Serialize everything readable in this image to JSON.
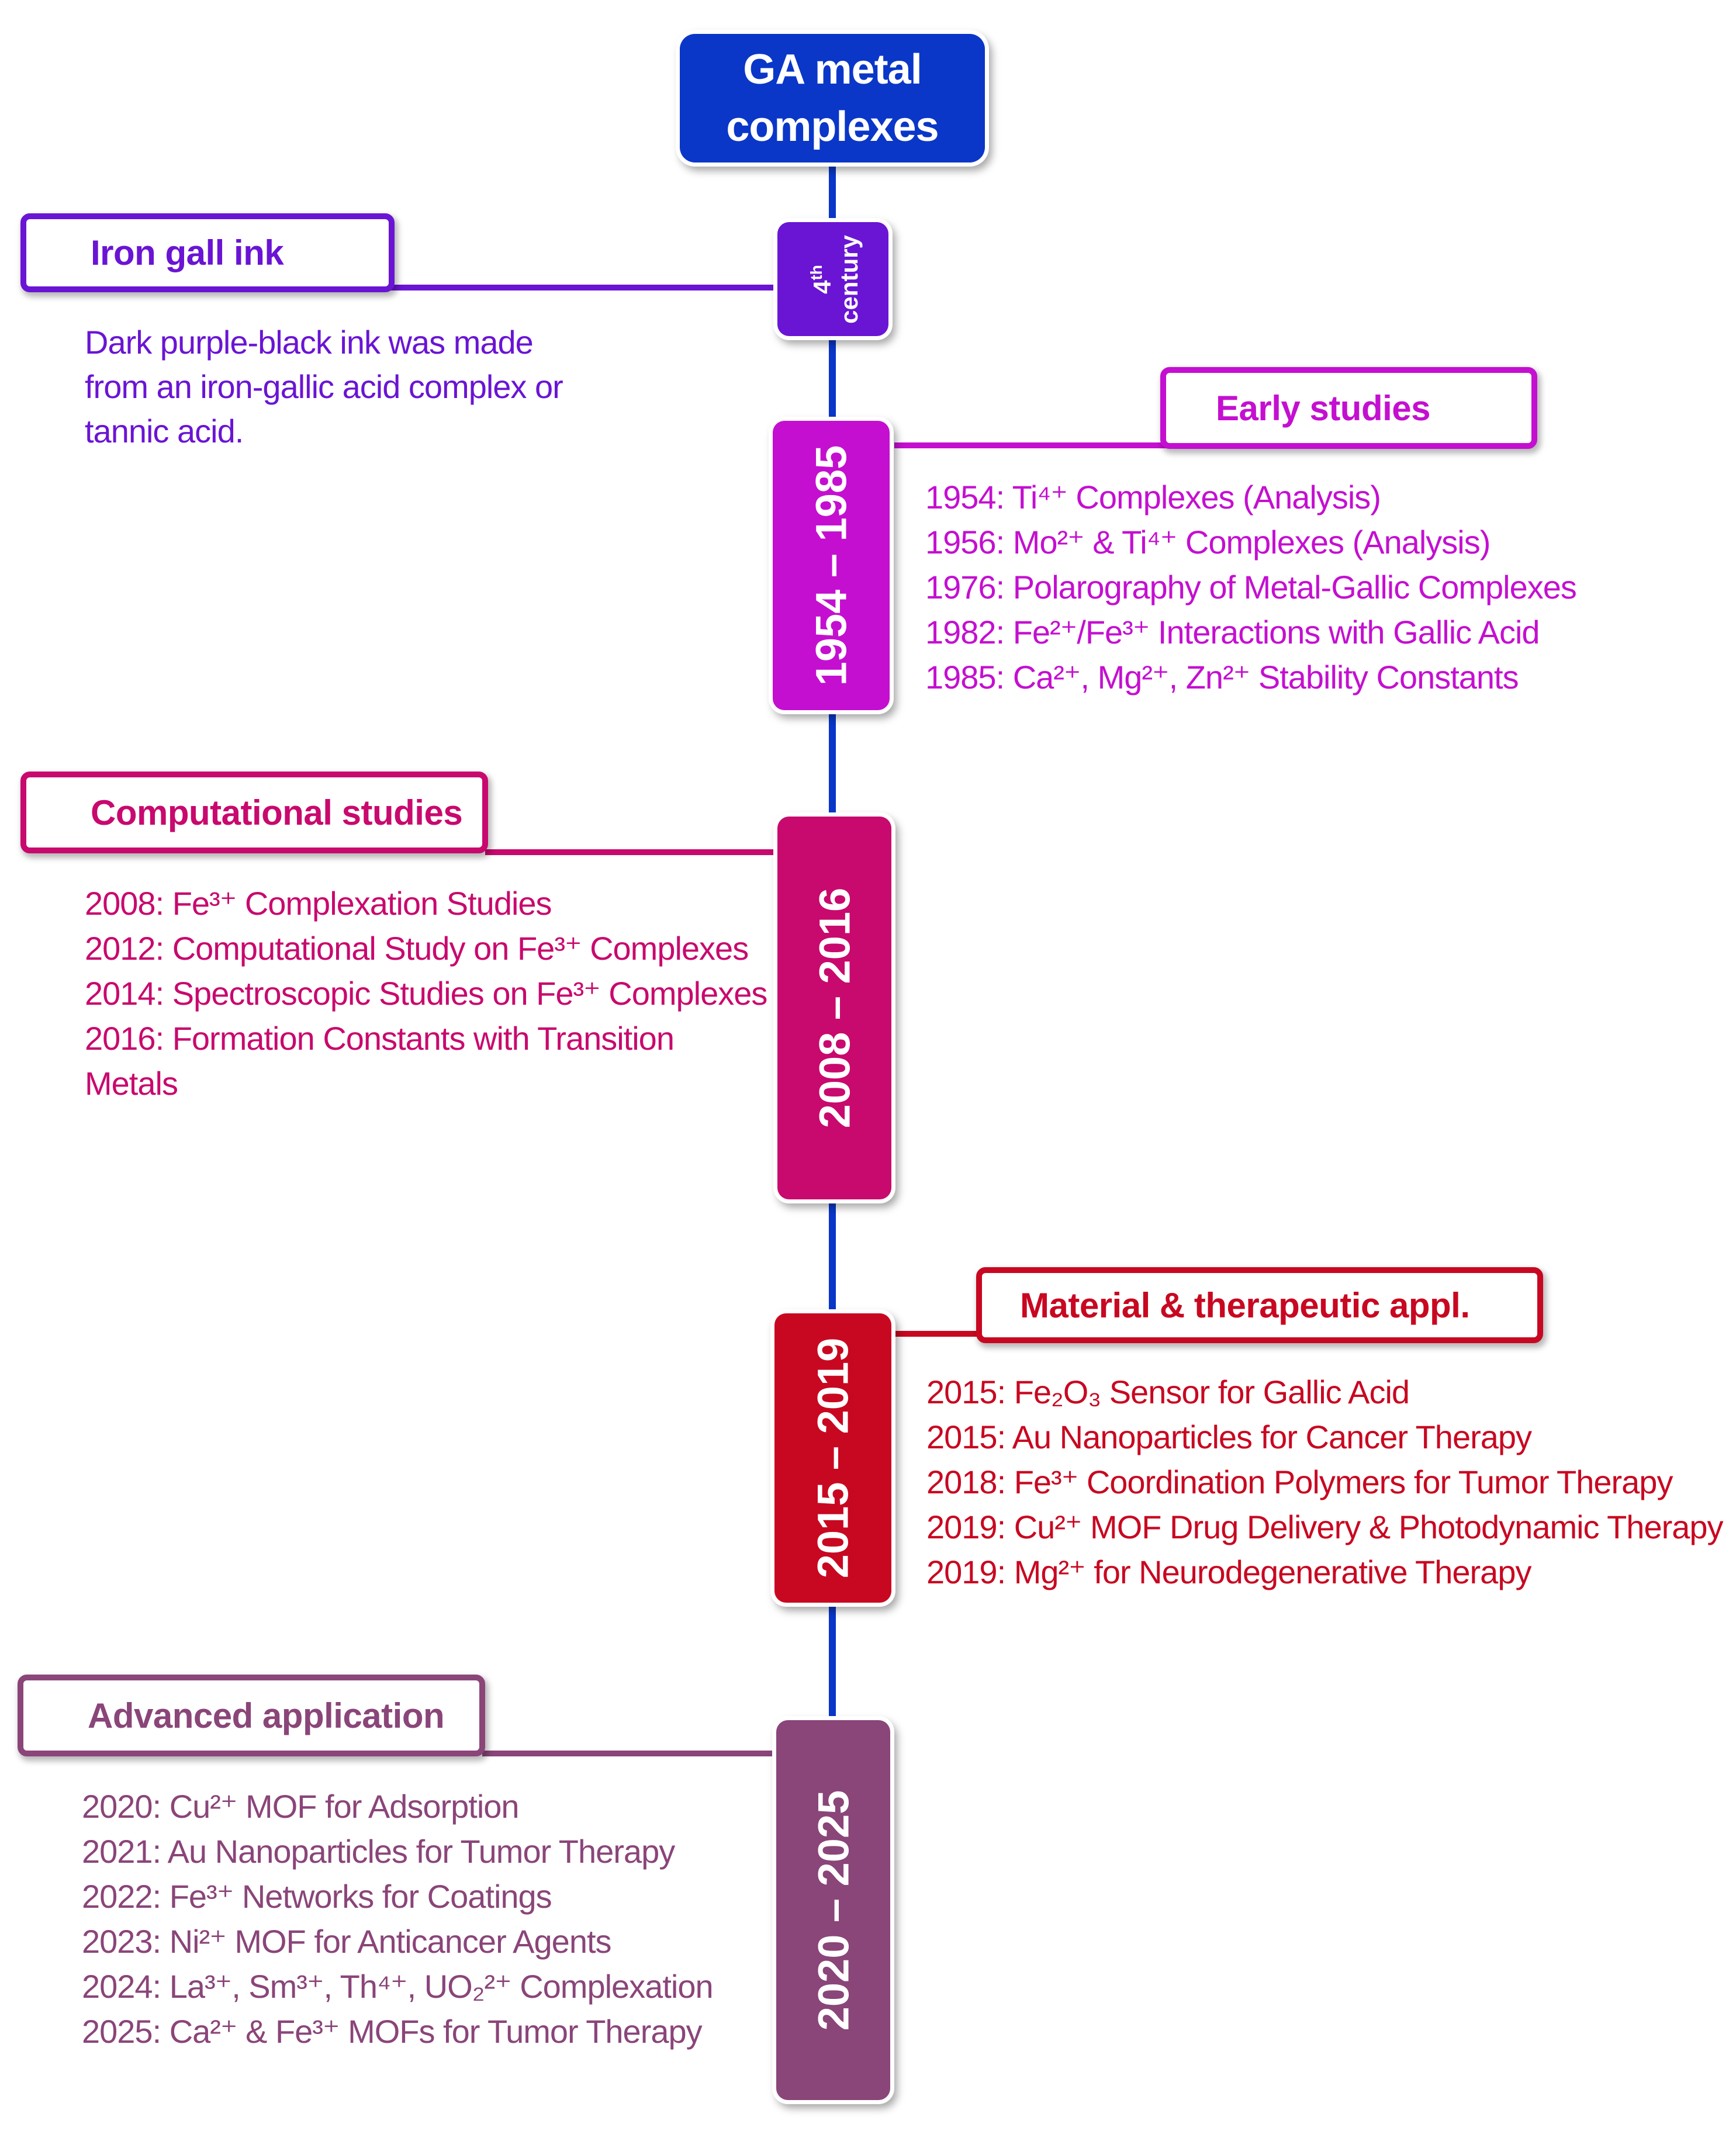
{
  "title": "GA metal\ncomplexes",
  "colors": {
    "spine": "#0a37c8",
    "title_box": "#0a37c8",
    "iron_gall": "#6a14d4",
    "early": "#c40fd0",
    "computational": "#c8096e",
    "material": "#c80821",
    "advanced": "#8a4579"
  },
  "eras": [
    {
      "period_main": "4",
      "period_sup": "th",
      "period_rest": "century",
      "heading": "Iron gall ink",
      "description": "Dark purple-black ink was made from an iron-gallic acid complex or tannic acid."
    },
    {
      "period": "1954 – 1985",
      "heading": "Early studies",
      "entries": [
        "1954: Ti⁴⁺ Complexes (Analysis)",
        "1956: Mo²⁺ & Ti⁴⁺ Complexes (Analysis)",
        "1976: Polarography of Metal-Gallic Complexes",
        "1982: Fe²⁺/Fe³⁺ Interactions with Gallic Acid",
        "1985: Ca²⁺, Mg²⁺, Zn²⁺ Stability Constants"
      ]
    },
    {
      "period": "2008 – 2016",
      "heading": "Computational studies",
      "entries": [
        "2008: Fe³⁺ Complexation Studies",
        "2012: Computational Study on Fe³⁺ Complexes",
        "2014: Spectroscopic Studies on Fe³⁺ Complexes",
        "2016: Formation Constants with Transition\nMetals"
      ]
    },
    {
      "period": "2015 – 2019",
      "heading": "Material & therapeutic appl.",
      "entries": [
        "2015: Fe₂O₃ Sensor for Gallic Acid",
        "2015: Au Nanoparticles for Cancer Therapy",
        "2018: Fe³⁺ Coordination Polymers for Tumor Therapy",
        "2019: Cu²⁺ MOF Drug Delivery & Photodynamic Therapy",
        "2019: Mg²⁺ for Neurodegenerative Therapy"
      ]
    },
    {
      "period": "2020 – 2025",
      "heading": "Advanced application",
      "entries": [
        "2020: Cu²⁺ MOF for Adsorption",
        "2021: Au Nanoparticles for Tumor Therapy",
        "2022: Fe³⁺ Networks for Coatings",
        "2023: Ni²⁺ MOF for Anticancer Agents",
        "2024: La³⁺, Sm³⁺, Th⁴⁺, UO₂²⁺ Complexation",
        "2025: Ca²⁺ & Fe³⁺ MOFs for Tumor Therapy"
      ]
    }
  ]
}
